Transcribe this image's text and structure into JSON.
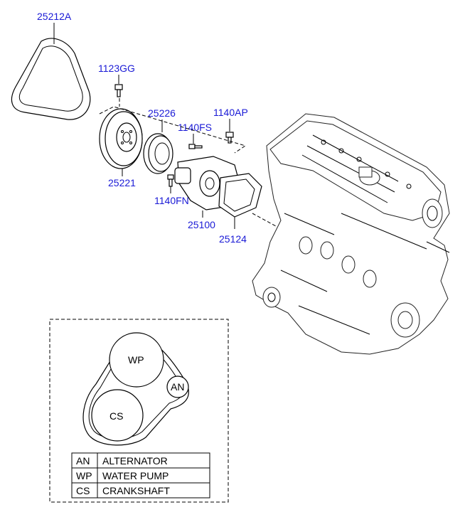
{
  "part_labels": {
    "belt": "25212A",
    "bolt_pulley": "1123GG",
    "pulley_pump": "25226",
    "bolt_fs": "1140FS",
    "bolt_ap": "1140AP",
    "pulley_crank": "25221",
    "bolt_fn": "1140FN",
    "water_pump": "25100",
    "gasket": "25124"
  },
  "belt_diagram": {
    "wp": "WP",
    "an": "AN",
    "cs": "CS"
  },
  "legend": [
    {
      "code": "AN",
      "name": "ALTERNATOR"
    },
    {
      "code": "WP",
      "name": "WATER PUMP"
    },
    {
      "code": "CS",
      "name": "CRANKSHAFT"
    }
  ],
  "colors": {
    "label": "#1a1ad6",
    "line": "#000000"
  }
}
